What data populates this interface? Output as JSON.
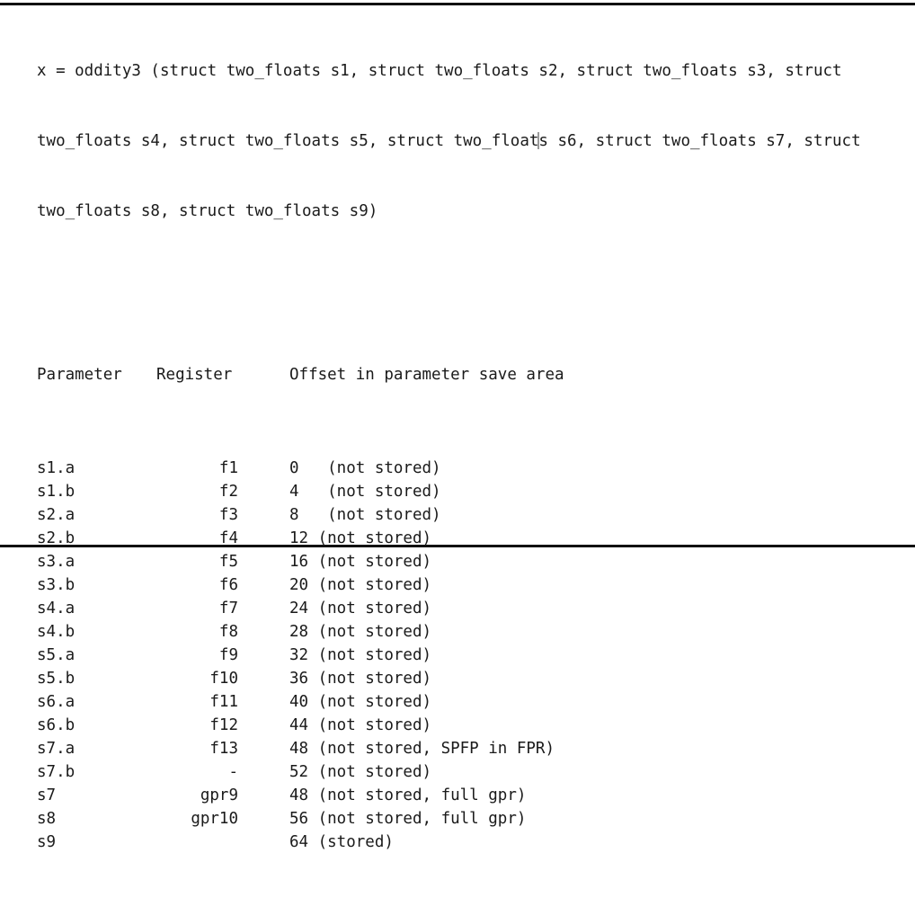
{
  "figure": {
    "rule_color": "#111111",
    "background": "#ffffff",
    "text_color": "#1a1a1a",
    "caret_color": "#9a9a9a"
  },
  "signature": {
    "line1": "x = oddity3 (struct two_floats s1, struct two_floats s2, struct two_floats s3, struct",
    "line2_before_caret": "two_floats s4, struct two_floats s5, struct two_float",
    "line2_after_caret": "s s6, struct two_floats s7, struct",
    "line3": "two_floats s8, struct two_floats s9)"
  },
  "table": {
    "headers": {
      "parameter": "Parameter",
      "register": "Register",
      "offset": "Offset in parameter save area"
    },
    "rows": [
      {
        "parameter": "s1.a",
        "register": "f1",
        "offset": "0   (not stored)"
      },
      {
        "parameter": "s1.b",
        "register": "f2",
        "offset": "4   (not stored)"
      },
      {
        "parameter": "s2.a",
        "register": "f3",
        "offset": "8   (not stored)"
      },
      {
        "parameter": "s2.b",
        "register": "f4",
        "offset": "12 (not stored)"
      },
      {
        "parameter": "s3.a",
        "register": "f5",
        "offset": "16 (not stored)"
      },
      {
        "parameter": "s3.b",
        "register": "f6",
        "offset": "20 (not stored)"
      },
      {
        "parameter": "s4.a",
        "register": "f7",
        "offset": "24 (not stored)"
      },
      {
        "parameter": "s4.b",
        "register": "f8",
        "offset": "28 (not stored)"
      },
      {
        "parameter": "s5.a",
        "register": "f9",
        "offset": "32 (not stored)"
      },
      {
        "parameter": "s5.b",
        "register": "f10",
        "offset": "36 (not stored)"
      },
      {
        "parameter": "s6.a",
        "register": "f11",
        "offset": "40 (not stored)"
      },
      {
        "parameter": "s6.b",
        "register": "f12",
        "offset": "44 (not stored)"
      },
      {
        "parameter": "s7.a",
        "register": "f13",
        "offset": "48 (not stored, SPFP in FPR)"
      },
      {
        "parameter": "s7.b",
        "register": "-",
        "offset": "52 (not stored)"
      },
      {
        "parameter": "s7",
        "register": "gpr9",
        "offset": "48 (not stored, full gpr)"
      },
      {
        "parameter": "s8",
        "register": "gpr10",
        "offset": "56 (not stored, full gpr)"
      },
      {
        "parameter": "s9",
        "register": "",
        "offset": "64 (stored)"
      }
    ]
  }
}
